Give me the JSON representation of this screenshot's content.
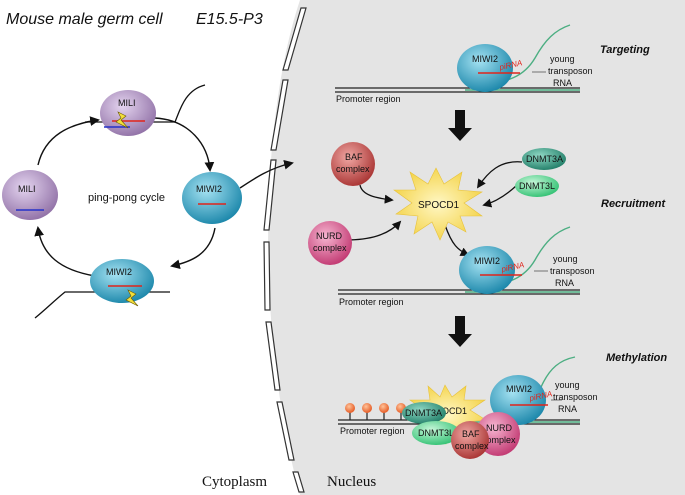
{
  "title": {
    "cell": "Mouse male germ cell",
    "stage": "E15.5-P3"
  },
  "cycle": {
    "label": "ping-pong cycle",
    "mili_top": "MILI",
    "mili_left": "MILI",
    "miwi2_right": "MIWI2",
    "miwi2_bottom": "MIWI2"
  },
  "compartments": {
    "cytoplasm": "Cytoplasm",
    "nucleus": "Nucleus"
  },
  "steps": {
    "targeting": {
      "title": "Targeting",
      "miwi2": "MIWI2",
      "pirna": "piRNA",
      "rna_label": [
        "young",
        "transposon",
        "RNA"
      ],
      "promoter": "Promoter region"
    },
    "recruitment": {
      "title": "Recruitment",
      "baf": [
        "BAF",
        "complex"
      ],
      "nurd": [
        "NURD",
        "complex"
      ],
      "spocd1": "SPOCD1",
      "dnmt3a": "DNMT3A",
      "dnmt3l": "DNMT3L",
      "miwi2": "MIWI2",
      "pirna": "piRNA",
      "rna_label": [
        "young",
        "transposon",
        "RNA"
      ],
      "promoter": "Promoter region"
    },
    "methylation": {
      "title": "Methylation",
      "miwi2": "MIWI2",
      "pirna": "piRNA",
      "rna_label": [
        "young",
        "transposon",
        "RNA"
      ],
      "spocd1": "SPOCD1",
      "dnmt3a": "DNMT3A",
      "dnmt3l": "DNMT3L",
      "nurd": [
        "NURD",
        "complex"
      ],
      "baf": [
        "BAF",
        "complex"
      ],
      "promoter": "Promoter region"
    }
  },
  "colors": {
    "nucleus_fill": "#e4e4e4",
    "mili": "#a888bb",
    "miwi2": "#2ba3c6",
    "baf": "#c94845",
    "nurd": "#d8528c",
    "dnmt3a": "#2f9c82",
    "dnmt3l": "#4fd88a",
    "spocd1": "#f7dc55",
    "rna": "#4cae82",
    "pirna": "#e0241b"
  }
}
